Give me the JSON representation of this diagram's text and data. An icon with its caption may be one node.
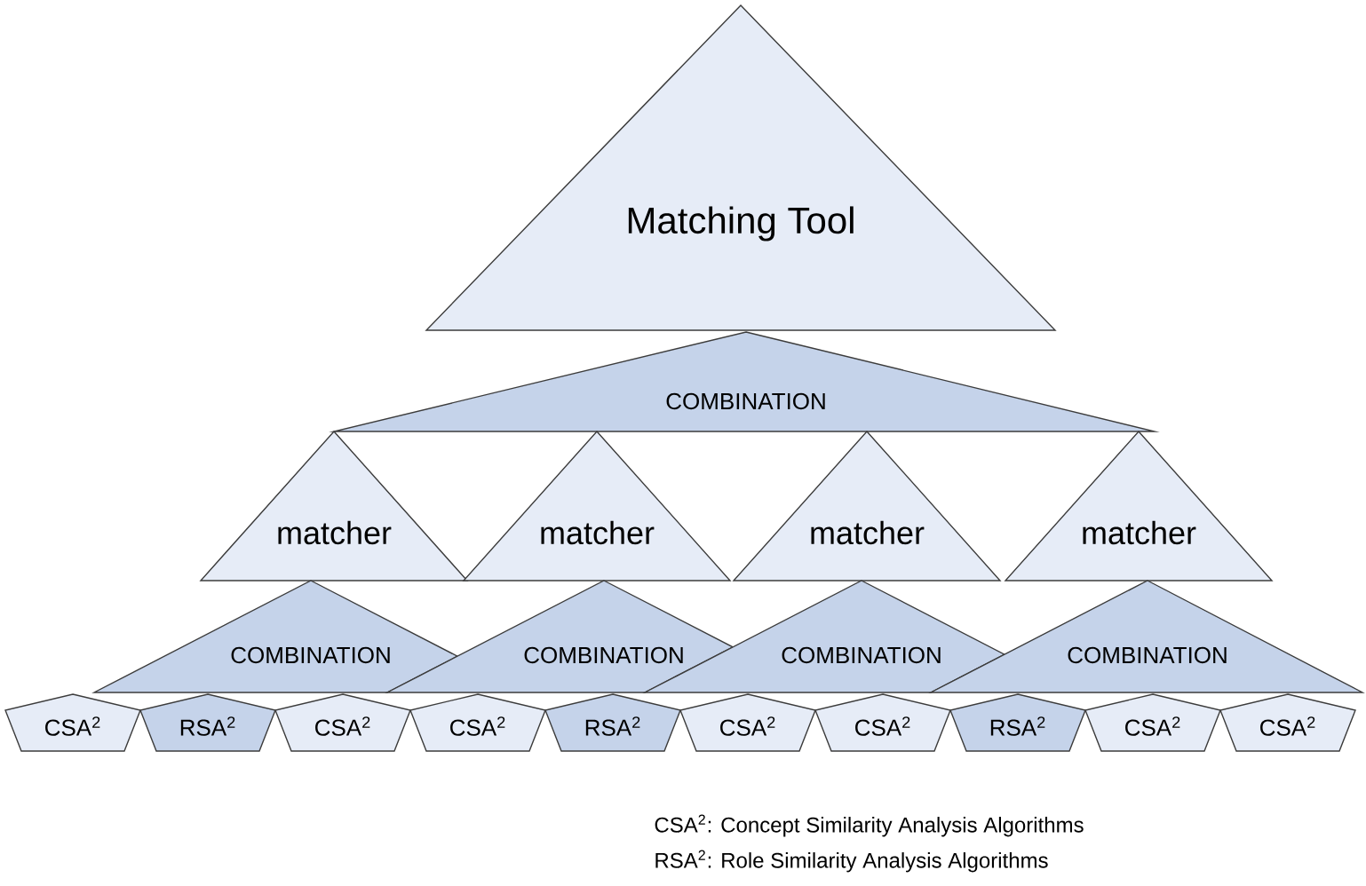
{
  "diagram": {
    "nodes": [
      {
        "text": [
          "Matching Tool"
        ]
      },
      {
        "text": [
          "COMBINATION"
        ]
      },
      {
        "text": [
          "matcher"
        ]
      },
      {
        "text": [
          "matcher"
        ]
      },
      {
        "text": [
          "matcher"
        ]
      },
      {
        "text": [
          "matcher"
        ]
      },
      {
        "text": [
          "COMBINATION"
        ]
      },
      {
        "text": [
          "COMBINATION"
        ]
      },
      {
        "text": [
          "COMBINATION"
        ]
      },
      {
        "text": [
          "COMBINATION"
        ]
      },
      {
        "text": [
          "CSA$^{2}$"
        ]
      },
      {
        "text": [
          "RSA$^{2}$"
        ]
      },
      {
        "text": [
          "CSA$^{2}$"
        ]
      },
      {
        "text": [
          "CSA$^{2}$"
        ]
      },
      {
        "text": [
          "RSA$^{2}$"
        ]
      },
      {
        "text": [
          "CSA$^{2}$"
        ]
      },
      {
        "text": [
          "CSA$^{2}$"
        ]
      },
      {
        "text": [
          "RSA$^{2}$"
        ]
      },
      {
        "text": [
          "CSA$^{2}$"
        ]
      },
      {
        "text": [
          "CSA$^{2}$"
        ]
      }
    ],
    "labels": [
      "CSA$^{2}$: Concept Similarity Analysis Algorithms",
      "RSA$^{2}$: Role Similarity Analysis Algorithms"
    ]
  }
}
